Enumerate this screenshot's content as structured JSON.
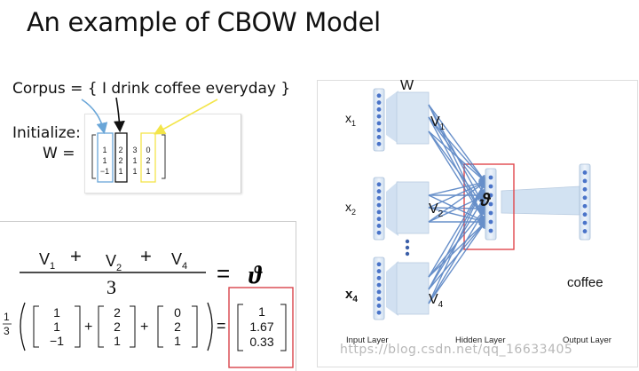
{
  "title": "An example of CBOW Model",
  "corpus_text": "Corpus = { I drink coffee everyday }",
  "initialize_label": "Initialize:",
  "w_label": "W  =",
  "matrix": [
    [
      "1",
      "2",
      "3",
      "0"
    ],
    [
      "1",
      "2",
      "1",
      "2"
    ],
    [
      "−1",
      "1",
      "1",
      "1"
    ]
  ],
  "arrow_colors": {
    "blue": "#6aa6d8",
    "black": "#111111",
    "yellow": "#f3e54a"
  },
  "formula": {
    "v1": "V",
    "v1_sub": "1",
    "plus": "+",
    "v2": "V",
    "v2_sub": "2",
    "v4": "V",
    "v4_sub": "4",
    "denominator": "3",
    "equals": "=",
    "theta": "ϑ",
    "one_third_num": "1",
    "one_third_den": "3",
    "vec1": [
      "1",
      "1",
      "−1"
    ],
    "vec2": [
      "2",
      "2",
      "1"
    ],
    "vec3": [
      "0",
      "2",
      "1"
    ],
    "result": [
      "1",
      "1.67",
      "0.33"
    ]
  },
  "network": {
    "w_label": "W",
    "inputs": [
      {
        "label": "x",
        "sub": "1"
      },
      {
        "label": "x",
        "sub": "2"
      },
      {
        "label": "x",
        "sub": "4"
      }
    ],
    "v_labels": [
      {
        "label": "V",
        "sub": "1"
      },
      {
        "label": "V",
        "sub": "2"
      },
      {
        "label": "V",
        "sub": "4"
      }
    ],
    "theta": "ϑ",
    "output_word": "coffee",
    "input_layer": "Input Layer",
    "hidden_layer": "Hidden Layer",
    "output_layer": "Output Layer",
    "highlight_color": "#e0474c",
    "node_color": "#4a74c9"
  },
  "watermark": "https://blog.csdn.net/qq_16633405"
}
